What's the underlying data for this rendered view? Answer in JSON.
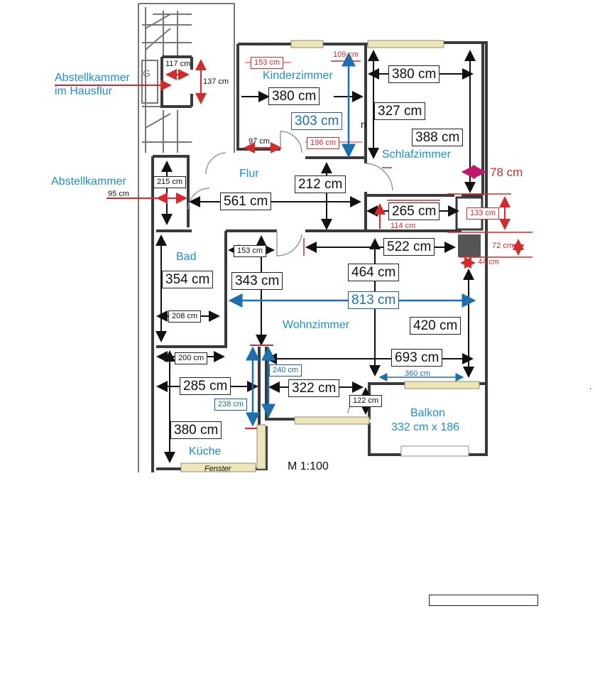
{
  "rooms": {
    "kinderzimmer": "Kinderzimmer",
    "schlafzimmer": "Schlafzimmer",
    "flur": "Flur",
    "bad": "Bad",
    "wohnzimmer": "Wohnzimmer",
    "balkon": "Balkon",
    "balkon_size": "332 cm x 186",
    "kueche": "Küche",
    "abstellkammer": "Abstellkammer",
    "abstellkammer_hausflur_1": "Abstellkammer",
    "abstellkammer_hausflur_2": "im Hausflur"
  },
  "dimensions": {
    "kinder_width": "380 cm",
    "kinder_depth": "303 cm",
    "kinder_153": "153 cm",
    "kinder_109": "109 cm",
    "kinder_97": "97 cm",
    "kinder_196": "196 cm",
    "hausflur_117": "117 cm",
    "hausflur_137": "137 cm",
    "schlaf_width": "380 cm",
    "schlaf_327": "327 cm",
    "schlaf_388": "388 cm",
    "schlaf_78": "78 cm",
    "flur_212": "212 cm",
    "flur_561": "561 cm",
    "flur_265": "265 cm",
    "flur_114": "114 cm",
    "abstell_215": "215 cm",
    "abstell_95": "95 cm",
    "chimney_133": "133 cm",
    "chimney_72": "72 cm",
    "chimney_44": "44 cm",
    "wohn_522": "522 cm",
    "wohn_464": "464 cm",
    "wohn_813": "813 cm",
    "wohn_420": "420 cm",
    "wohn_693": "693 cm",
    "wohn_343": "343 cm",
    "wohn_153": "153 cm",
    "wohn_322": "322 cm",
    "wohn_240": "240 cm",
    "wohn_238": "238 cm",
    "wohn_360": "360 cm",
    "wohn_122": "122 cm",
    "bad_354": "354 cm",
    "bad_208": "208 cm",
    "kueche_200": "200 cm",
    "kueche_285": "285 cm",
    "kueche_380": "380 cm"
  },
  "misc": {
    "scale": "M 1:100",
    "window": "Fenster",
    "stray_n": "n",
    "gas_symbol": "G"
  },
  "colors": {
    "wall": "#3a3a3a",
    "window": "#ece7b4",
    "dimension_red": "#d42a2a",
    "dimension_blue": "#1d6fae",
    "room_label": "#1e90c8",
    "chimney": "#555555"
  }
}
